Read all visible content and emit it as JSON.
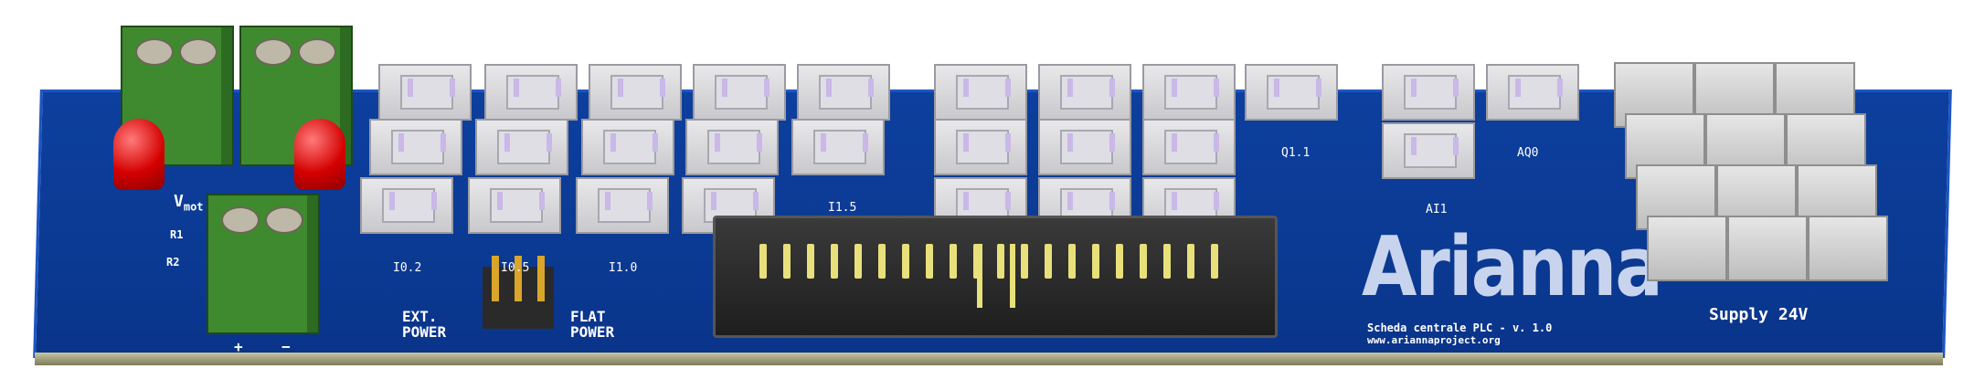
{
  "board": {
    "silkscreen": {
      "vmot": "V",
      "vmot_sub": "mot",
      "r1": "R1",
      "r2": "R2",
      "plus": "+",
      "minus": "−",
      "ext_power_1": "EXT.",
      "ext_power_2": "POWER",
      "flat_power_1": "FLAT",
      "flat_power_2": "POWER",
      "logo": "Arianna",
      "subtitle": "Scheda centrale PLC - v. 1.0",
      "url": "www.ariannaproject.org",
      "supply": "Supply 24V"
    },
    "connector_labels": {
      "i02": "I0.2",
      "i05": "I0.5",
      "i10": "I1.0",
      "i15": "I1.5",
      "q11": "Q1.1",
      "ai1": "AI1",
      "aq0": "AQ0"
    }
  },
  "colors": {
    "pcb": "#0b3a93",
    "terminal": "#3f8a2f",
    "led": "#d40000",
    "header_pin": "#e8e07a"
  }
}
